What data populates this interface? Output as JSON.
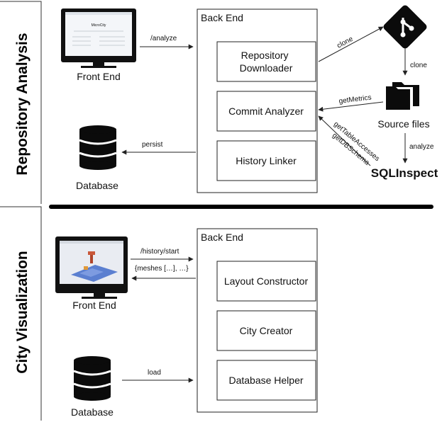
{
  "sections": [
    {
      "title": "Repository Analysis"
    },
    {
      "title": "City Visualization"
    }
  ],
  "repo": {
    "front_end_label": "Front End",
    "screen_title": "MicroCity",
    "backend_title": "Back End",
    "modules": [
      "Repository Downloader",
      "Commit Analyzer",
      "History Linker"
    ],
    "database_label": "Database",
    "source_files_label": "Source files",
    "sqlinspect_label": "SQLInspect",
    "edges": {
      "analyze_request": "/analyze",
      "clone_1": "clone",
      "clone_2": "clone",
      "get_metrics": "getMetrics",
      "analyze": "analyze",
      "get_table_accesses": "getTableAccesses",
      "get_db_schema": "getDBSchema",
      "persist": "persist"
    }
  },
  "city": {
    "front_end_label": "Front End",
    "backend_title": "Back End",
    "modules": [
      "Layout Constructor",
      "City Creator",
      "Database Helper"
    ],
    "database_label": "Database",
    "edges": {
      "history_start": "/history/start",
      "meshes": "{meshes […], …}",
      "load": "load"
    }
  },
  "icons": [
    "desktop-monitor-icon",
    "database-icon",
    "git-icon",
    "folder-stack-icon"
  ]
}
